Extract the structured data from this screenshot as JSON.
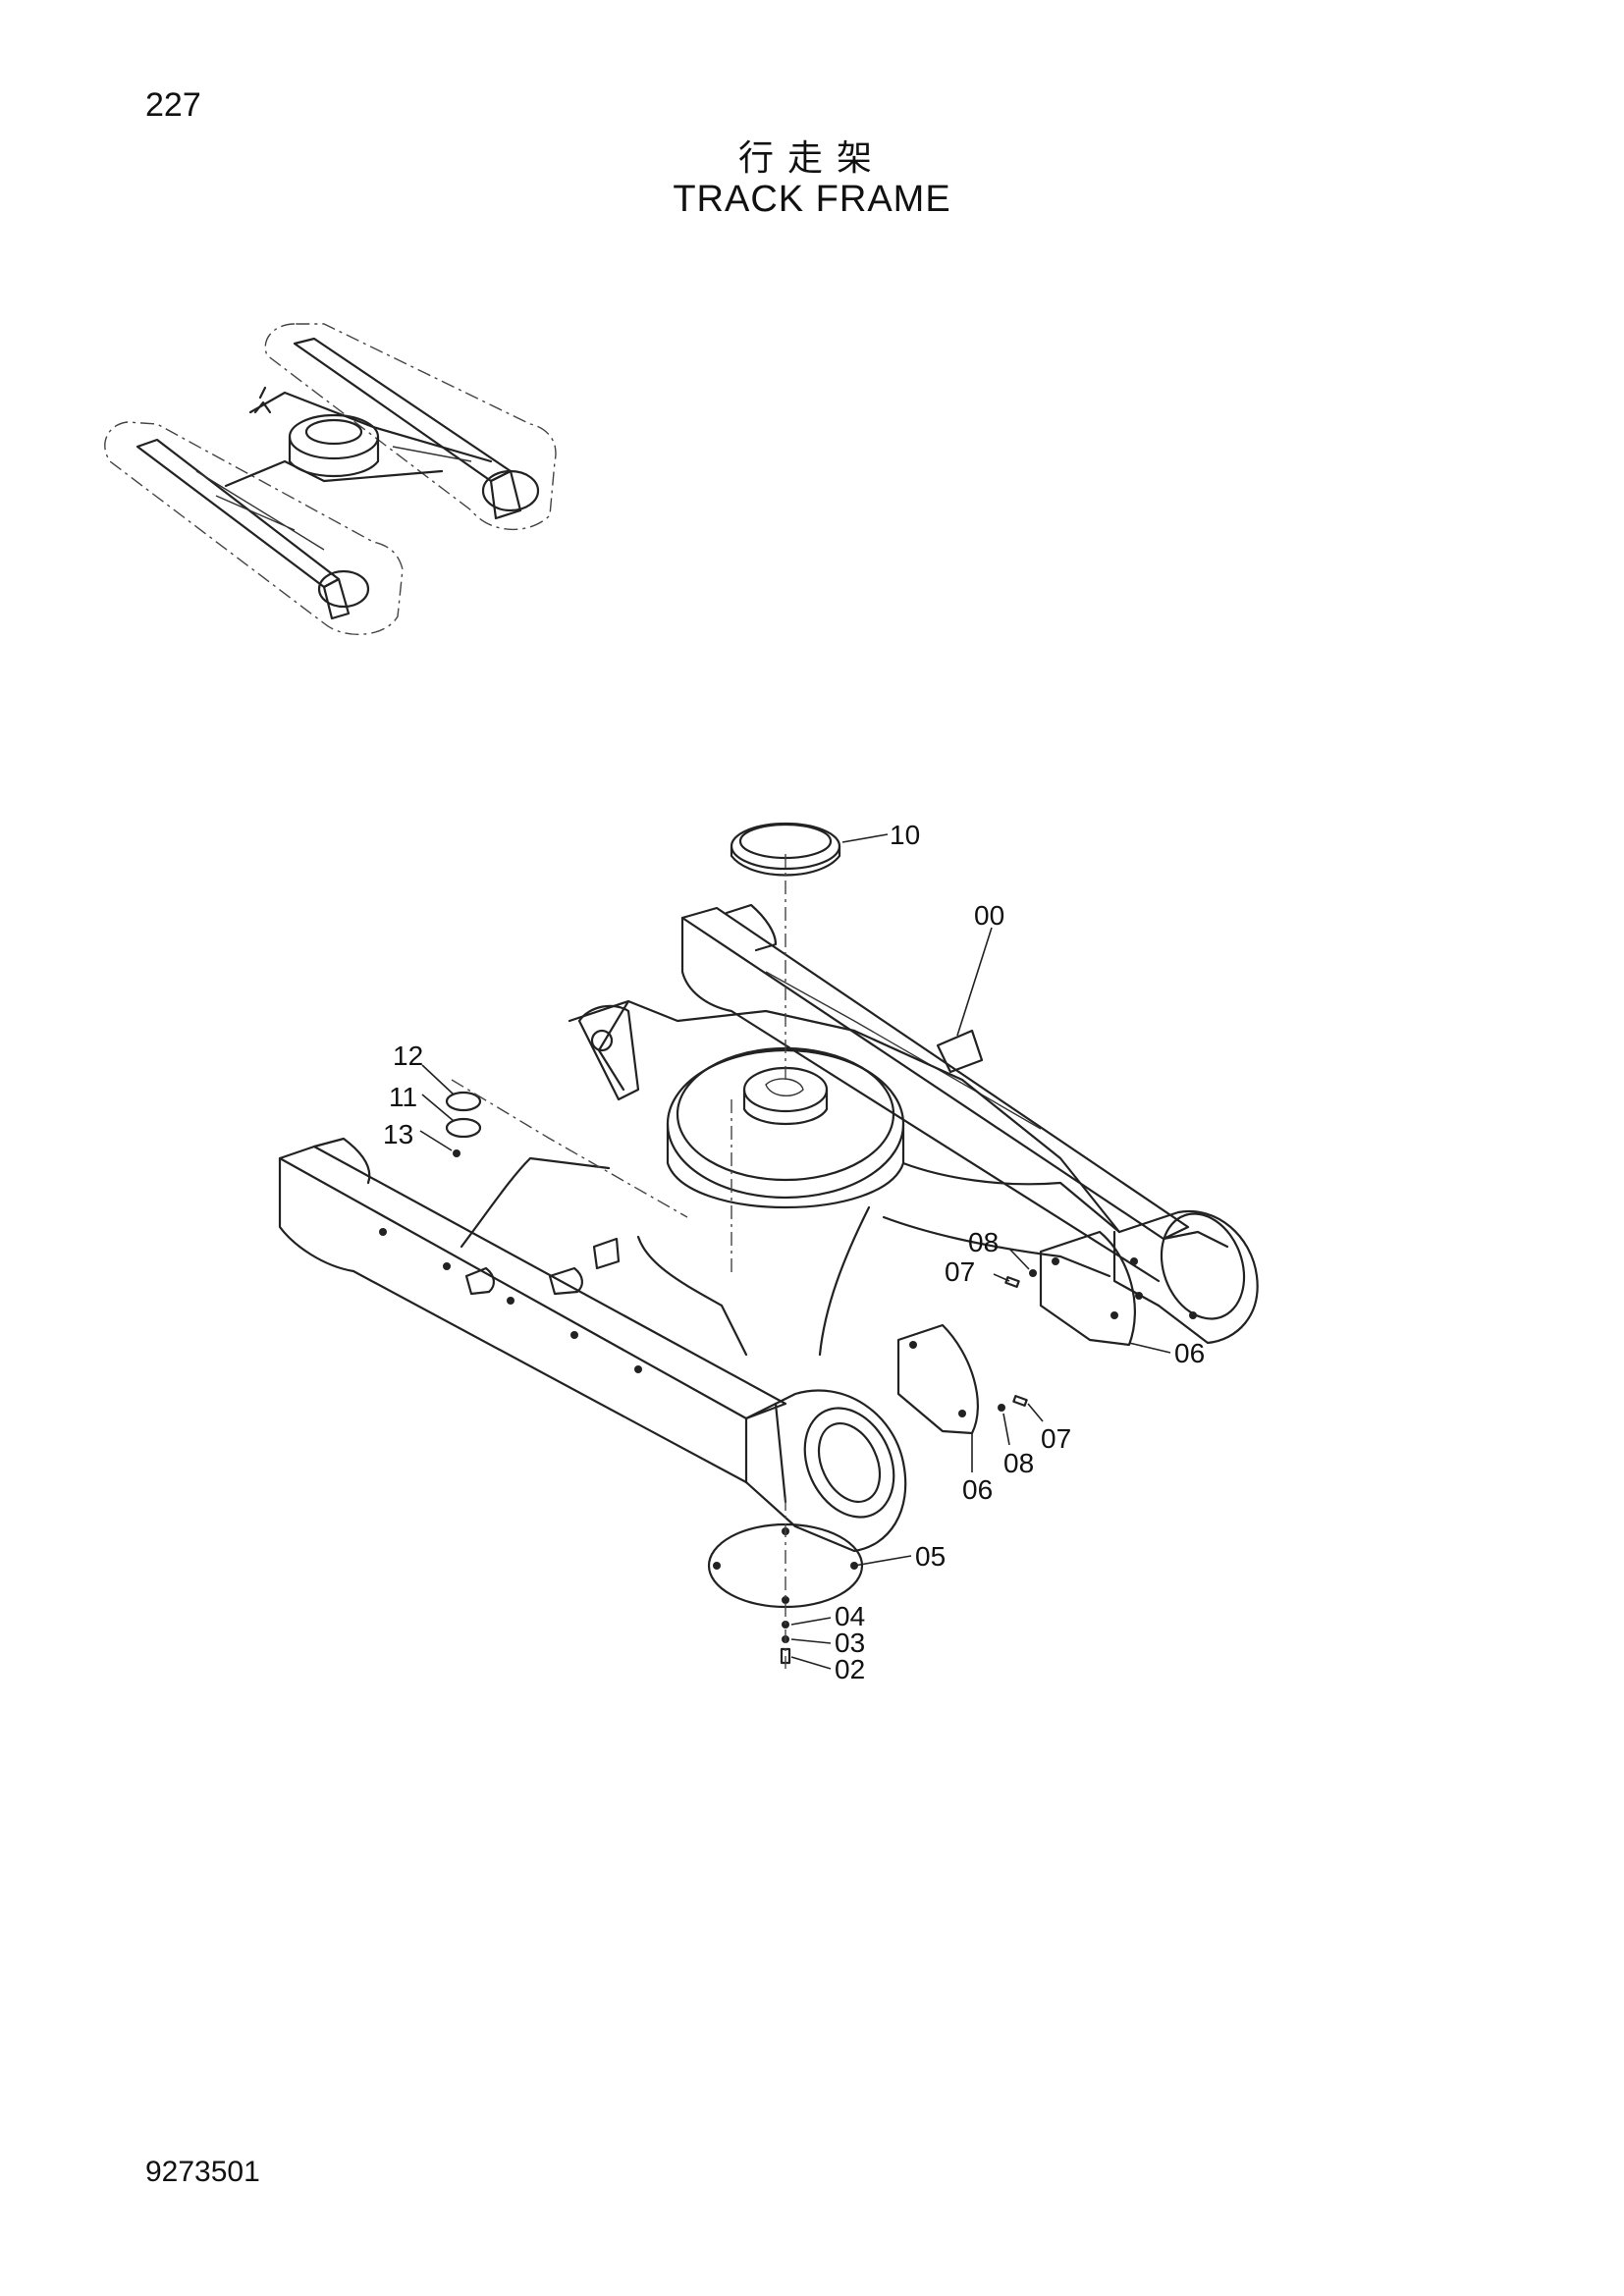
{
  "page": {
    "page_number": "227",
    "title_cn": "行走架",
    "title_en": "TRACK FRAME",
    "doc_number": "9273501"
  },
  "callouts": {
    "c10": "10",
    "c00": "00",
    "c12": "12",
    "c11": "11",
    "c13": "13",
    "c08a": "08",
    "c07a": "07",
    "c06a": "06",
    "c07b": "07",
    "c08b": "08",
    "c06b": "06",
    "c05": "05",
    "c04": "04",
    "c03": "03",
    "c02": "02"
  }
}
